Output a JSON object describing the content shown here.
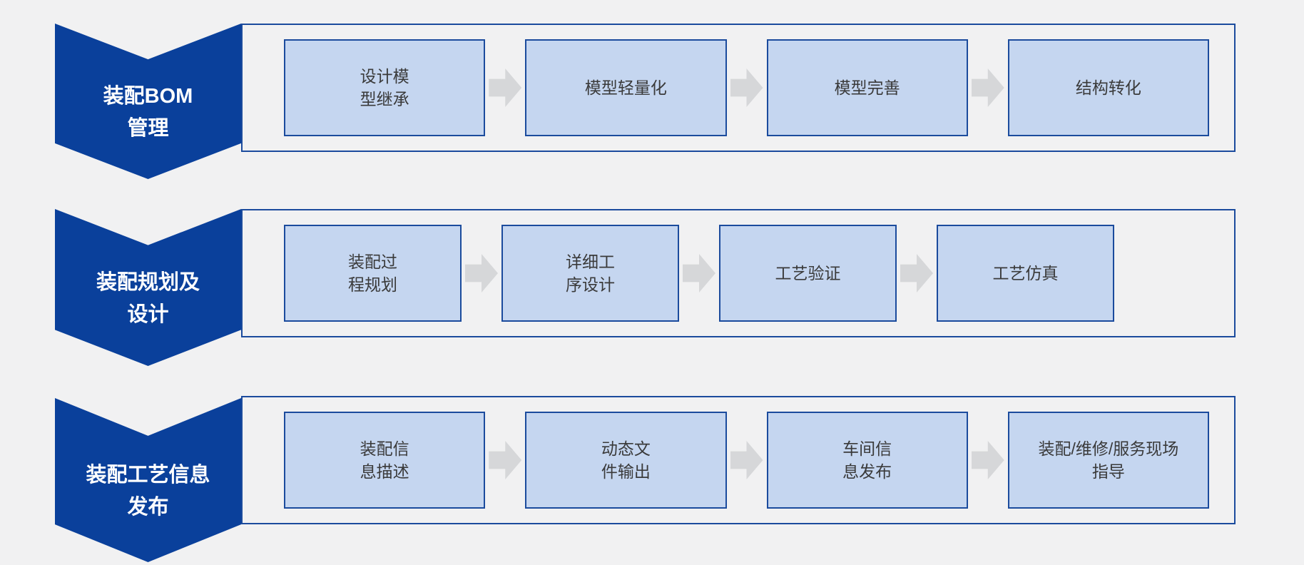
{
  "colors": {
    "page_bg": "#F1F1F2",
    "chevron_fill": "#0A409B",
    "chevron_text": "#FFFFFF",
    "panel_border": "#1B4B9D",
    "box_fill": "#C5D6F0",
    "box_border": "#1B4B9D",
    "box_text": "#3A3A3A",
    "arrow_fill": "#D6D7D9"
  },
  "rows": [
    {
      "id": "assembly-bom-management",
      "label": "装配BOM\n管理",
      "steps": [
        "设计模\n型继承",
        "模型轻量化",
        "模型完善",
        "结构转化"
      ]
    },
    {
      "id": "assembly-planning-and-design",
      "label": "装配规划及\n设计",
      "steps": [
        "装配过\n程规划",
        "详细工\n序设计",
        "工艺验证",
        "工艺仿真"
      ]
    },
    {
      "id": "assembly-process-info-release",
      "label": "装配工艺信息\n发布",
      "steps": [
        "装配信\n息描述",
        "动态文\n件输出",
        "车间信\n息发布",
        "装配/维修/服务现场\n指导"
      ]
    }
  ]
}
